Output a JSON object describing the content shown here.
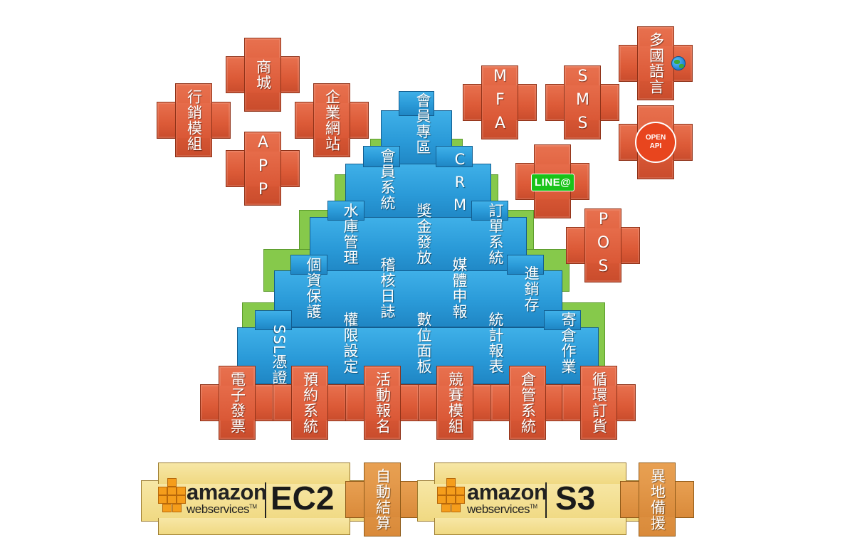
{
  "pyramid": {
    "top": "會員專區",
    "row2": [
      "會員系統",
      "CRM"
    ],
    "row3": [
      "水庫管理",
      "獎金發放",
      "訂單系統"
    ],
    "row4": [
      "個資保護",
      "稽核日誌",
      "媒體申報",
      "進銷存"
    ],
    "row5": [
      "SSL憑證",
      "權限設定",
      "數位面板",
      "統計報表",
      "寄倉作業"
    ]
  },
  "bottom_modules": [
    "電子發票",
    "預約系統",
    "活動報名",
    "競賽模組",
    "倉管系統",
    "循環訂貨"
  ],
  "left_modules": {
    "marketing": "行銷模組",
    "shop": "商城",
    "app": "APP",
    "website": "企業網站"
  },
  "right_modules": {
    "mfa": "MFA",
    "sms": "SMS",
    "i18n": "多國語言",
    "line_badge": "LINE@",
    "openapi_top": "OPEN",
    "openapi_bottom": "API",
    "pos": "POS"
  },
  "aws": [
    {
      "brand": "amazon",
      "sub": "webservices",
      "tm": "TM",
      "service": "EC2",
      "tab": "自動結算"
    },
    {
      "brand": "amazon",
      "sub": "webservices",
      "tm": "TM",
      "service": "S3",
      "tab": "異地備援"
    }
  ],
  "colors": {
    "tile_orange": "#dc5a37",
    "pyramid_blue": "#2a9ad8",
    "pyramid_shadow_green": "#86c94b",
    "aws_bar": "#f0d982",
    "aws_tab": "#d98a3a",
    "aws_cube": "#f59d1b",
    "line_green": "#19c319",
    "openapi_red": "#e8451e"
  },
  "icons": {
    "globe": "globe-icon",
    "line": "line-icon",
    "openapi": "openapi-icon",
    "aws_logo": "aws-cubes-icon"
  }
}
